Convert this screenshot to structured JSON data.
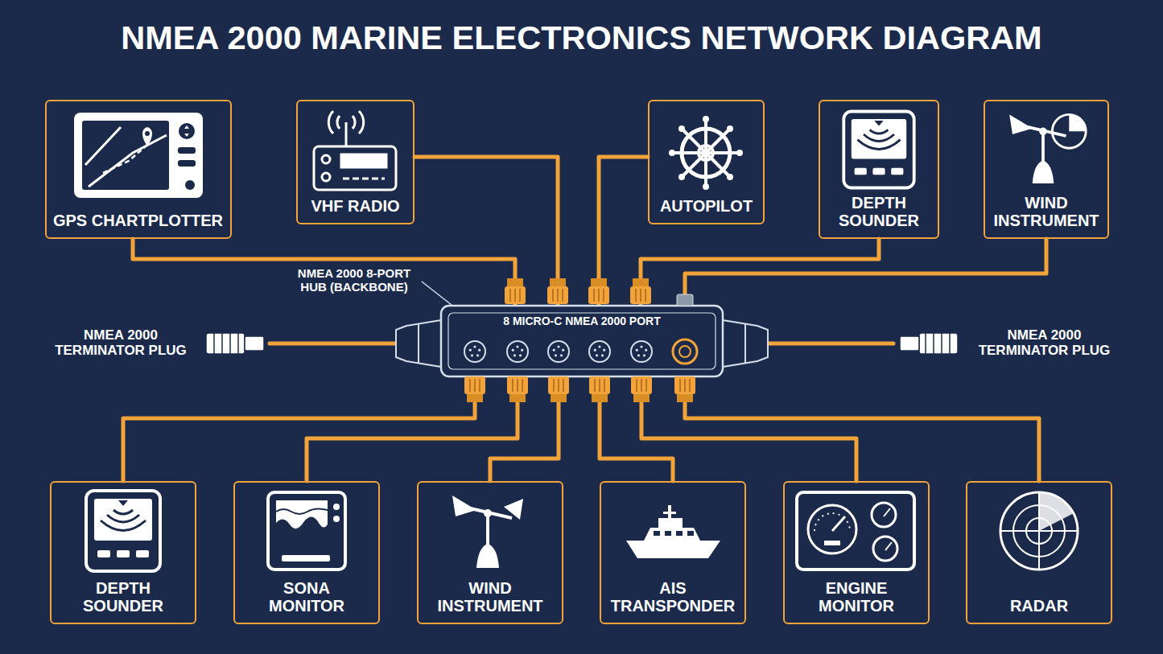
{
  "diagram": {
    "title": "NMEA 2000 MARINE ELECTRONICS NETWORK DIAGRAM",
    "nodes": [
      {
        "text": [
          "GPS CHARTPLOTTER"
        ]
      },
      {
        "text": [
          "VHF RADIO"
        ]
      },
      {
        "text": [
          "AUTOPILOT"
        ]
      },
      {
        "text": [
          "DEPTH SOUNDER"
        ]
      },
      {
        "text": [
          "WIND INSTRUMENT"
        ]
      },
      {
        "text": [
          "NMEA 2000 TERMINATOR PLUG"
        ]
      },
      {
        "text": [
          "NMEA 2000 8-PORT HUB (BACKBONE)",
          "8 MICRO-C NMEA 2000 PORT"
        ]
      },
      {
        "text": [
          "NMEA 2000 TERMINATOR PLUG"
        ]
      },
      {
        "text": [
          "DEPTH SOUNDER"
        ]
      },
      {
        "text": [
          "SONA MONITOR"
        ]
      },
      {
        "text": [
          "WIND INSTRUMENT"
        ]
      },
      {
        "text": [
          "AIS TRANSPONDER"
        ]
      },
      {
        "text": [
          "ENGINE MONITOR"
        ]
      },
      {
        "text": [
          "RADAR"
        ]
      }
    ],
    "edges": [
      {
        "from": 0,
        "to": 6,
        "arrow": "none"
      },
      {
        "from": 1,
        "to": 6,
        "arrow": "none"
      },
      {
        "from": 2,
        "to": 6,
        "arrow": "none"
      },
      {
        "from": 3,
        "to": 6,
        "arrow": "none"
      },
      {
        "from": 4,
        "to": 6,
        "arrow": "none"
      },
      {
        "from": 5,
        "to": 6,
        "arrow": "none"
      },
      {
        "from": 7,
        "to": 6,
        "arrow": "none"
      },
      {
        "from": 8,
        "to": 6,
        "arrow": "none"
      },
      {
        "from": 9,
        "to": 6,
        "arrow": "none"
      },
      {
        "from": 10,
        "to": 6,
        "arrow": "none"
      },
      {
        "from": 11,
        "to": 6,
        "arrow": "none"
      },
      {
        "from": 12,
        "to": 6,
        "arrow": "none"
      },
      {
        "from": 13,
        "to": 6,
        "arrow": "none"
      }
    ]
  }
}
